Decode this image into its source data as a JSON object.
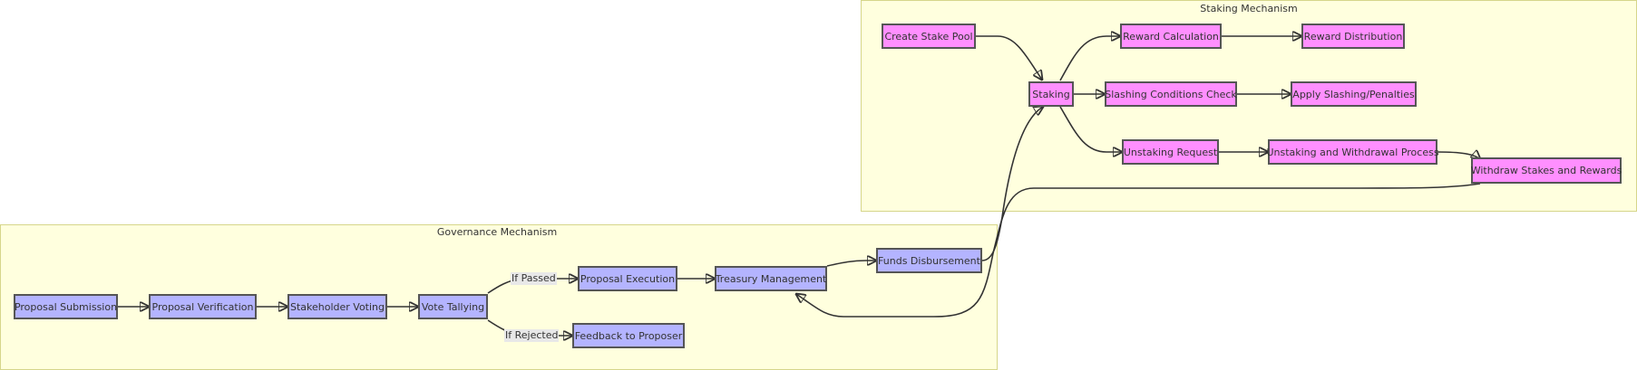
{
  "clusters": {
    "staking": {
      "title": "Staking Mechanism"
    },
    "governance": {
      "title": "Governance Mechanism"
    }
  },
  "nodes": {
    "create_stake_pool": "Create Stake Pool",
    "staking": "Staking",
    "reward_calculation": "Reward Calculation",
    "reward_distribution": "Reward Distribution",
    "slashing_check": "Slashing Conditions Check",
    "apply_slashing": "Apply Slashing/Penalties",
    "unstaking_request": "Unstaking Request",
    "unstaking_process": "Unstaking and Withdrawal Process",
    "withdraw_stakes": "Withdraw Stakes and Rewards",
    "proposal_submission": "Proposal Submission",
    "proposal_verification": "Proposal Verification",
    "stakeholder_voting": "Stakeholder Voting",
    "vote_tallying": "Vote Tallying",
    "proposal_execution": "Proposal Execution",
    "feedback_to_proposer": "Feedback to Proposer",
    "treasury_management": "Treasury Management",
    "funds_disbursement": "Funds Disbursement"
  },
  "edge_labels": {
    "if_passed": "If Passed",
    "if_rejected": "If Rejected"
  },
  "edges": [
    [
      "create_stake_pool",
      "staking"
    ],
    [
      "staking",
      "reward_calculation"
    ],
    [
      "reward_calculation",
      "reward_distribution"
    ],
    [
      "staking",
      "slashing_check"
    ],
    [
      "slashing_check",
      "apply_slashing"
    ],
    [
      "staking",
      "unstaking_request"
    ],
    [
      "unstaking_request",
      "unstaking_process"
    ],
    [
      "unstaking_process",
      "withdraw_stakes"
    ],
    [
      "withdraw_stakes",
      "treasury_management"
    ],
    [
      "proposal_submission",
      "proposal_verification"
    ],
    [
      "proposal_verification",
      "stakeholder_voting"
    ],
    [
      "stakeholder_voting",
      "vote_tallying"
    ],
    [
      "vote_tallying",
      "proposal_execution",
      "If Passed"
    ],
    [
      "vote_tallying",
      "feedback_to_proposer",
      "If Rejected"
    ],
    [
      "proposal_execution",
      "treasury_management"
    ],
    [
      "treasury_management",
      "funds_disbursement"
    ],
    [
      "funds_disbursement",
      "staking"
    ]
  ]
}
